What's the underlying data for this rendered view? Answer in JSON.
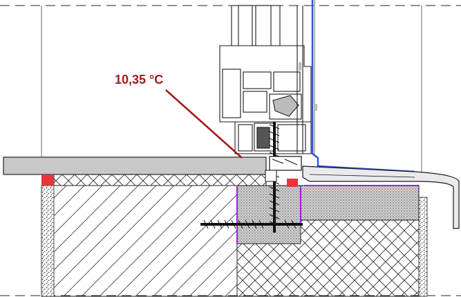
{
  "drawing": {
    "annotation": {
      "label": "10,35 °C",
      "color": "#a01c1c"
    },
    "colors": {
      "line": "#1a1a1a",
      "sill_fill": "#c8c8c8",
      "concrete_fill": "#d6d6d6",
      "seal_red": "#e8343c",
      "membrane_purple": "#a020f0",
      "flashing_blue": "#2a55d6",
      "flashing_fill": "#e9e9ee"
    },
    "layers": [
      "window-frame-profile",
      "interior-sill-board",
      "brick-wall-hatch",
      "insulation-crosshatch",
      "concrete-block",
      "exterior-sill-flashing",
      "mounting-screws",
      "thermal-seals"
    ]
  }
}
